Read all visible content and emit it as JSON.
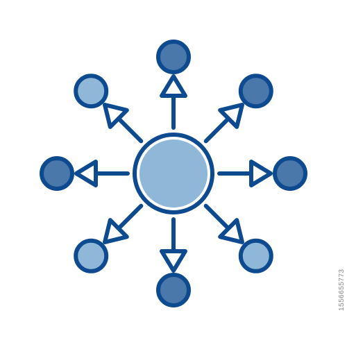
{
  "icon": {
    "name": "network-hub-icon",
    "colors": {
      "stroke": "#0d4a8f",
      "center_fill": "#8fb7d8",
      "node_dark": "#4a78ab",
      "node_light": "#8fb7d8",
      "background": "#ffffff"
    },
    "spokes": [
      {
        "direction": "up",
        "node_tone": "dark"
      },
      {
        "direction": "up-right",
        "node_tone": "dark"
      },
      {
        "direction": "right",
        "node_tone": "dark"
      },
      {
        "direction": "down-right",
        "node_tone": "light"
      },
      {
        "direction": "down",
        "node_tone": "dark"
      },
      {
        "direction": "down-left",
        "node_tone": "light"
      },
      {
        "direction": "left",
        "node_tone": "dark"
      },
      {
        "direction": "up-left",
        "node_tone": "light"
      }
    ]
  },
  "watermark": {
    "stock_id": "1556655773"
  }
}
